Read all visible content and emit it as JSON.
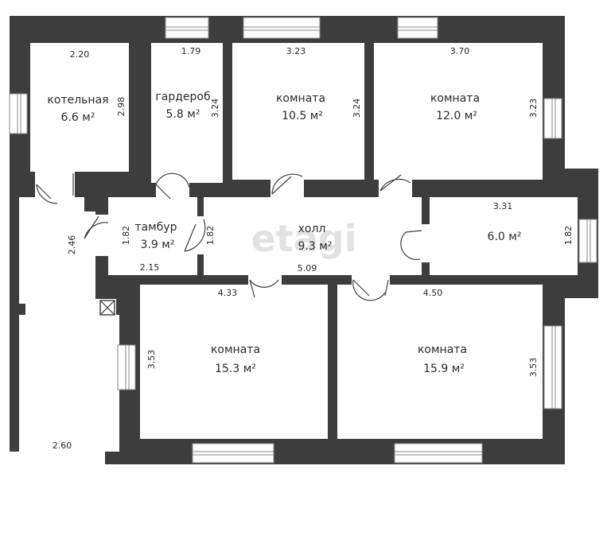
{
  "watermark": "etagi",
  "rooms": {
    "kotelnaya": {
      "name": "котельная",
      "area": "6.6 м²"
    },
    "garderob": {
      "name": "гардероб",
      "area": "5.8 м²"
    },
    "room1": {
      "name": "комната",
      "area": "10.5 м²"
    },
    "room2": {
      "name": "комната",
      "area": "12.0 м²"
    },
    "tambur": {
      "name": "тамбур",
      "area": "3.9 м²"
    },
    "holl": {
      "name": "холл",
      "area": "9.3 м²"
    },
    "small": {
      "area": "6.0 м²"
    },
    "room3": {
      "name": "комната",
      "area": "15.3 м²"
    },
    "room4": {
      "name": "комната",
      "area": "15.9 м²"
    }
  },
  "dims": {
    "d220": "2.20",
    "d298": "2.98",
    "d179": "1.79",
    "d324a": "3.24",
    "d323a": "3.23",
    "d324b": "3.24",
    "d370": "3.70",
    "d323b": "3.23",
    "d331": "3.31",
    "d182a": "1.82",
    "d182b": "1.82",
    "d182c": "1.82",
    "d246": "2.46",
    "d215": "2.15",
    "d509": "5.09",
    "d433": "4.33",
    "d450": "4.50",
    "d353a": "3.53",
    "d353b": "3.53",
    "d260": "2.60"
  }
}
